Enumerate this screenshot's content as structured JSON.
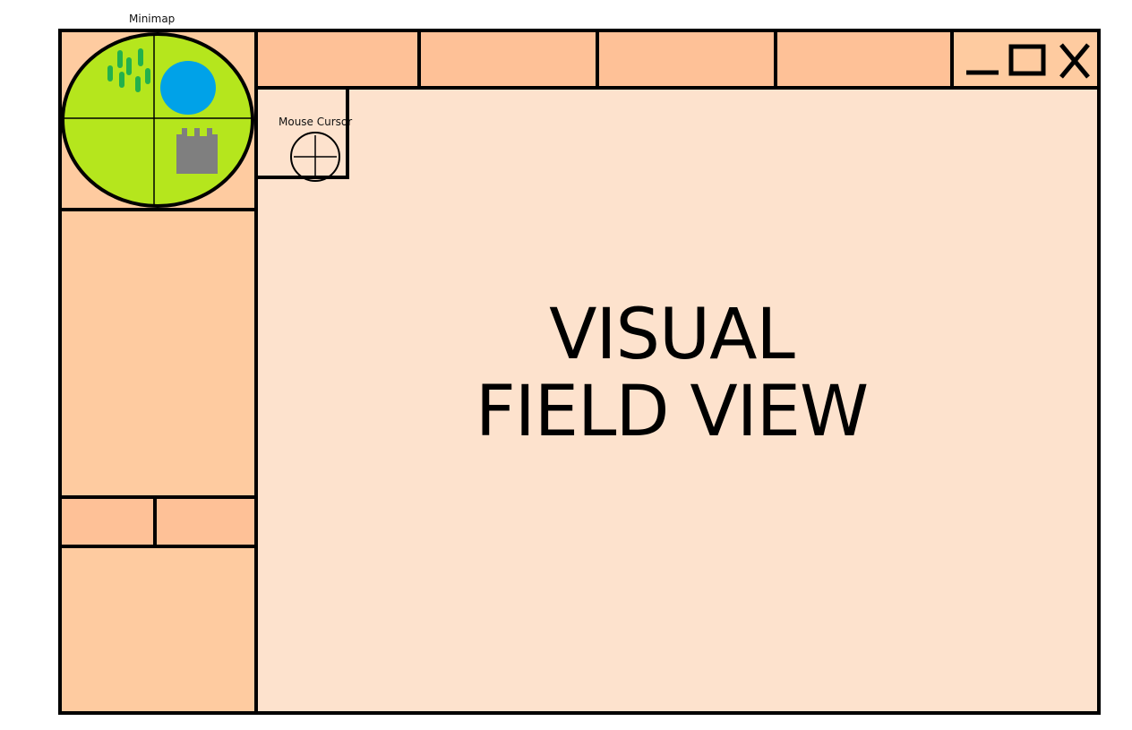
{
  "labels": {
    "minimap": "Minimap",
    "mouse_cursor": "Mouse Cursor"
  },
  "main": {
    "title_line_1": "VISUAL",
    "title_line_2": "FIELD VIEW"
  },
  "top_bar": {
    "tab_count": 4,
    "window_controls": [
      "minimize-icon",
      "maximize-icon",
      "close-icon"
    ]
  },
  "minimap": {
    "features": [
      "trees",
      "lake",
      "castle"
    ]
  },
  "colors": {
    "panel_fill": "#fecba0",
    "tab_fill": "#fec197",
    "view_fill": "#fde2cd",
    "minimap_ground": "#b5e61d",
    "tree": "#22b14c",
    "lake": "#00a2e8",
    "castle": "#7f7f7f",
    "outline": "#000000"
  }
}
